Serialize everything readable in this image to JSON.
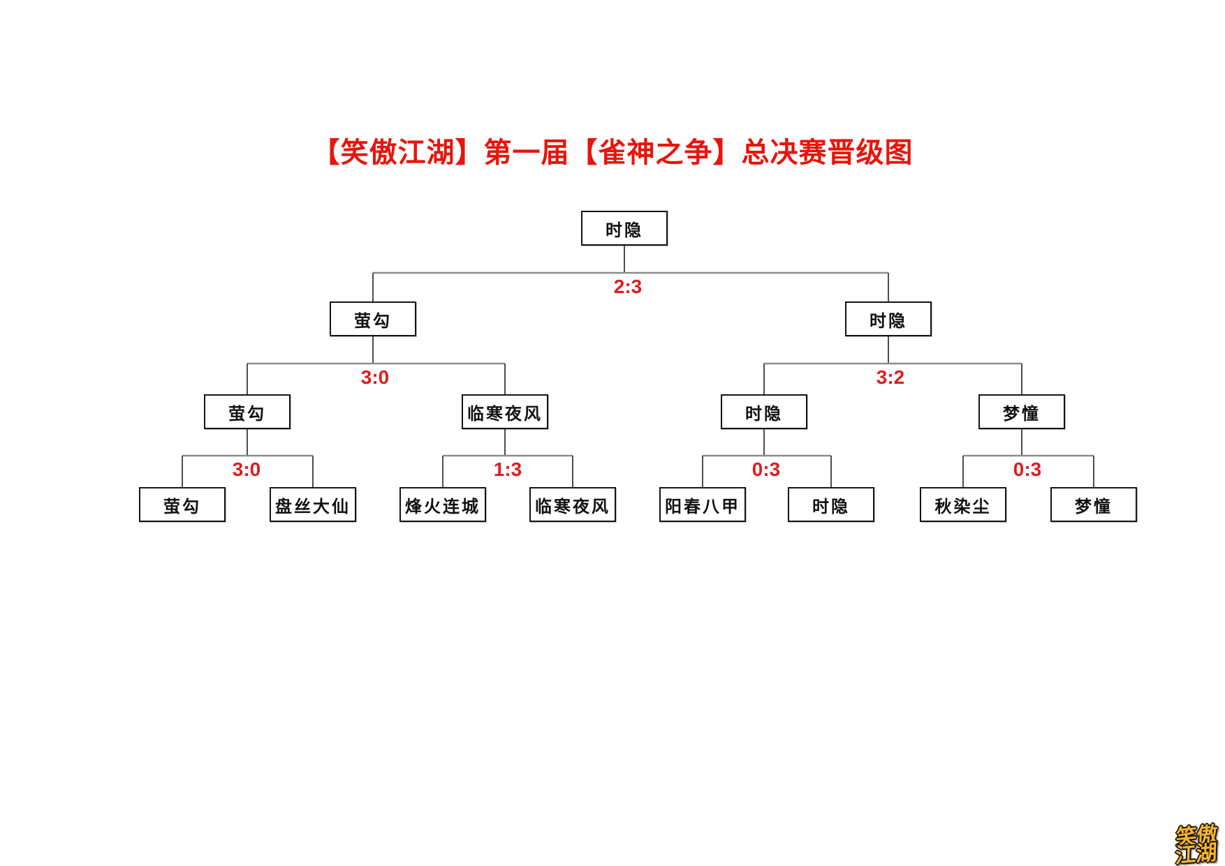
{
  "title": "【笑傲江湖】第一届【雀神之争】总决赛晋级图",
  "colors": {
    "title_red": "#e9140b",
    "score_red": "#dd1e1e",
    "box_border": "#141414",
    "connector_horizontal": "#8c8c8c",
    "connector_vertical": "#4d4d4d",
    "logo_gold": "#f3b62d",
    "background": "#ffffff"
  },
  "bracket": {
    "champion": "时隐",
    "rounds": [
      {
        "name": "final",
        "matches": [
          {
            "left": "萤勾",
            "right": "时隐",
            "score": "2:3"
          }
        ]
      },
      {
        "name": "semifinal",
        "matches": [
          {
            "left": "萤勾",
            "right": "临寒夜风",
            "score": "3:0"
          },
          {
            "left": "时隐",
            "right": "梦憧",
            "score": "3:2"
          }
        ]
      },
      {
        "name": "quarterfinal",
        "matches": [
          {
            "left": "萤勾",
            "right": "盘丝大仙",
            "score": "3:0"
          },
          {
            "left": "烽火连城",
            "right": "临寒夜风",
            "score": "1:3"
          },
          {
            "left": "阳春八甲",
            "right": "时隐",
            "score": "0:3"
          },
          {
            "left": "秋染尘",
            "right": "梦憧",
            "score": "0:3"
          }
        ]
      }
    ]
  },
  "logo": {
    "line1": "笑傲",
    "line2": "江湖"
  }
}
